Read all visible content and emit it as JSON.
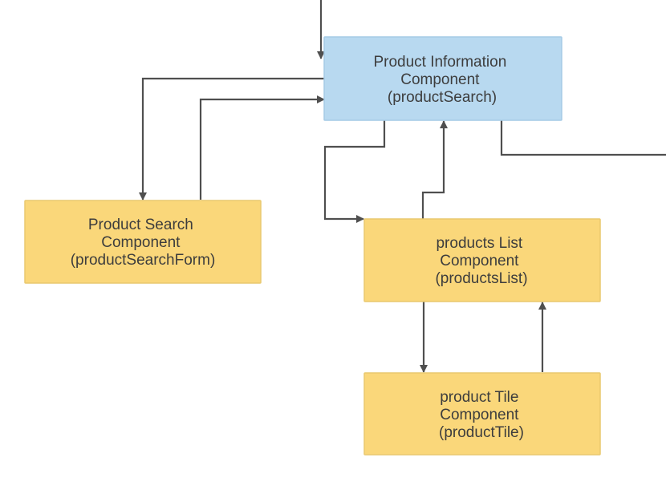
{
  "diagram": {
    "nodes": [
      {
        "id": "productSearch",
        "lines": [
          "Product Information",
          "Component",
          "(productSearch)"
        ],
        "fill": "#b8d9f0",
        "stroke": "#a6cbe6"
      },
      {
        "id": "productSearchForm",
        "lines": [
          "Product Search",
          "Component",
          "(productSearchForm)"
        ],
        "fill": "#fad77a",
        "stroke": "#e9c96f"
      },
      {
        "id": "productsList",
        "lines": [
          "products List",
          "Component",
          "(productsList)"
        ],
        "fill": "#fad77a",
        "stroke": "#e9c96f"
      },
      {
        "id": "productTile",
        "lines": [
          "product Tile",
          "Component",
          "(productTile)"
        ],
        "fill": "#fad77a",
        "stroke": "#e9c96f"
      }
    ],
    "edges": [
      {
        "from": "external-top",
        "to": "productSearch"
      },
      {
        "from": "productSearch",
        "to": "productSearchForm"
      },
      {
        "from": "productSearchForm",
        "to": "productSearch"
      },
      {
        "from": "productSearch",
        "to": "productsList"
      },
      {
        "from": "productsList",
        "to": "productSearch"
      },
      {
        "from": "productSearch",
        "to": "external-right"
      },
      {
        "from": "productsList",
        "to": "productTile"
      },
      {
        "from": "productTile",
        "to": "productsList"
      }
    ],
    "colors": {
      "edge": "#4f4f4f",
      "text": "#3d3d3d"
    }
  }
}
